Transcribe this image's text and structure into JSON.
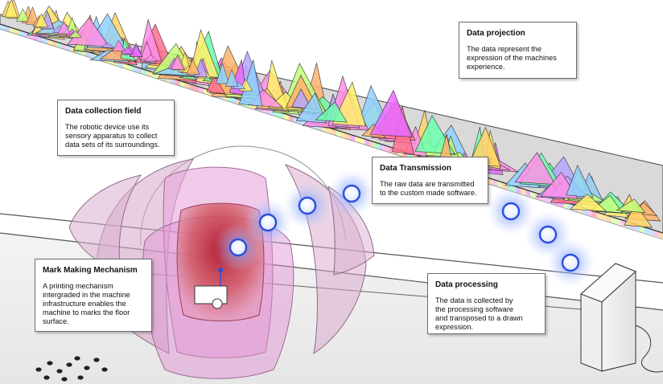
{
  "callouts": {
    "data_projection": {
      "title": "Data projection",
      "body": "The data represent the\nexpression of the machines\nexperience."
    },
    "data_collection": {
      "title": "Data collection field",
      "body": "The robotic device use its\nsensory apparatus to collect\ndata sets of its surroundings."
    },
    "data_transmission": {
      "title": "Data Transmission",
      "body": "The raw data are transmitted\nto the custom made software."
    },
    "mark_making": {
      "title": "Mark Making Mechanism",
      "body": "A printing mechanism\nintergraded in the  machine\ninfrastructure enables the\nmachine to marks the floor\nsurface."
    },
    "data_processing": {
      "title": "Data processing",
      "body": "The data is collected by\nthe processing software\nand transposed to a drawn\nexpression."
    }
  },
  "colors": {
    "dome_pink": "#e3a6d9",
    "dome_red": "#c2344b",
    "signal_glow": "#8fb0ff",
    "signal_core": "#2a4fd8",
    "peak_palette": [
      "#ff8fe8",
      "#c4ff7a",
      "#ffd266",
      "#ff6f8e",
      "#8fd0ff",
      "#b7a5ff",
      "#6dffb0",
      "#ffb36b",
      "#e96cff",
      "#fff06a"
    ]
  }
}
